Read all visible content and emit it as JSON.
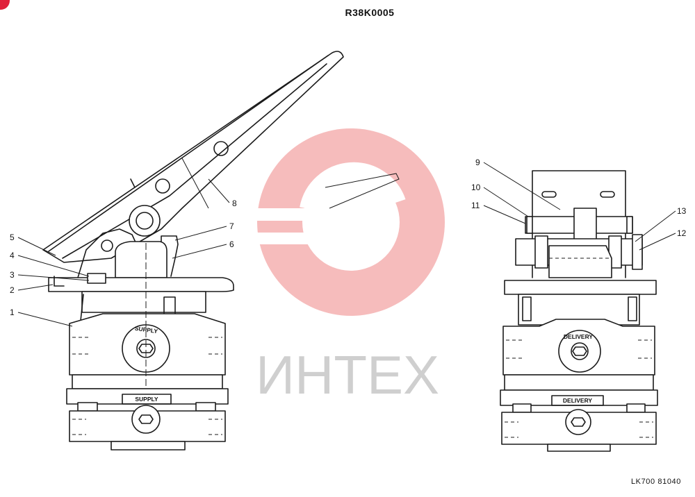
{
  "header": {
    "doc_code": "R38K0005"
  },
  "footer": {
    "doc_ref": "LK700 81040"
  },
  "watermark": {
    "text": "ИНТЕХ",
    "color": "#f3a6a6",
    "text_color": "#cfcfcf"
  },
  "port_labels": {
    "supply": "SUPPLY",
    "delivery": "DELIVERY"
  },
  "callouts": [
    {
      "id": "1",
      "label": "1"
    },
    {
      "id": "2",
      "label": "2"
    },
    {
      "id": "3",
      "label": "3"
    },
    {
      "id": "4",
      "label": "4"
    },
    {
      "id": "5",
      "label": "5"
    },
    {
      "id": "6",
      "label": "6"
    },
    {
      "id": "7",
      "label": "7"
    },
    {
      "id": "8",
      "label": "8"
    },
    {
      "id": "9",
      "label": "9"
    },
    {
      "id": "10",
      "label": "10"
    },
    {
      "id": "11",
      "label": "11"
    },
    {
      "id": "12",
      "label": "12"
    },
    {
      "id": "13",
      "label": "13"
    }
  ],
  "icons": {
    "corner_badge": "red-circle-icon",
    "watermark_gear": "gear-icon"
  }
}
